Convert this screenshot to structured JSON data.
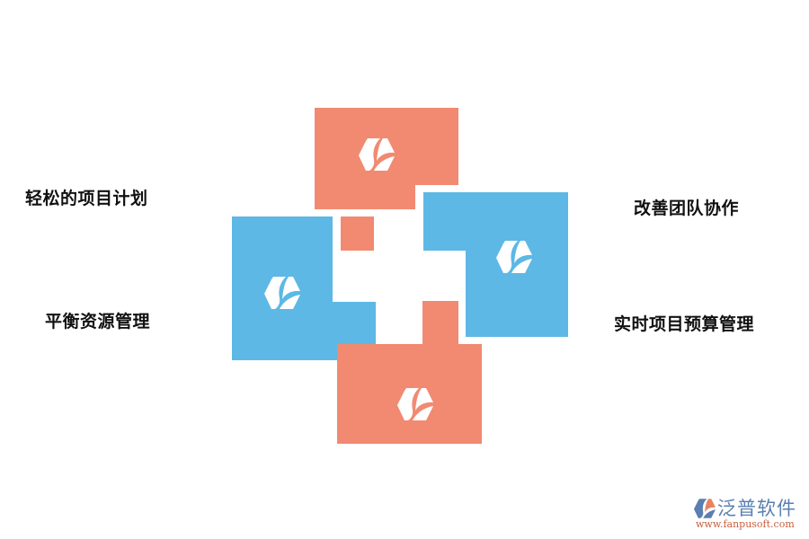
{
  "diagram": {
    "colors": {
      "salmon": "#f18a71",
      "blue": "#5db8e5",
      "icon": "#ffffff"
    },
    "labels": {
      "top_left": "轻松的项目计划",
      "bottom_left": "平衡资源管理",
      "top_right": "改善团队协作",
      "bottom_right": "实时项目预算管理"
    },
    "blocks": [
      {
        "id": "top",
        "color": "salmon",
        "icon": "brand-hexagon-icon"
      },
      {
        "id": "left",
        "color": "blue",
        "icon": "brand-hexagon-icon"
      },
      {
        "id": "right",
        "color": "blue",
        "icon": "brand-hexagon-icon"
      },
      {
        "id": "bottom",
        "color": "salmon",
        "icon": "brand-hexagon-icon"
      }
    ]
  },
  "watermark": {
    "name": "泛普软件",
    "url": "www.fanpusoft.com",
    "icon": "fanpu-logo-icon"
  }
}
